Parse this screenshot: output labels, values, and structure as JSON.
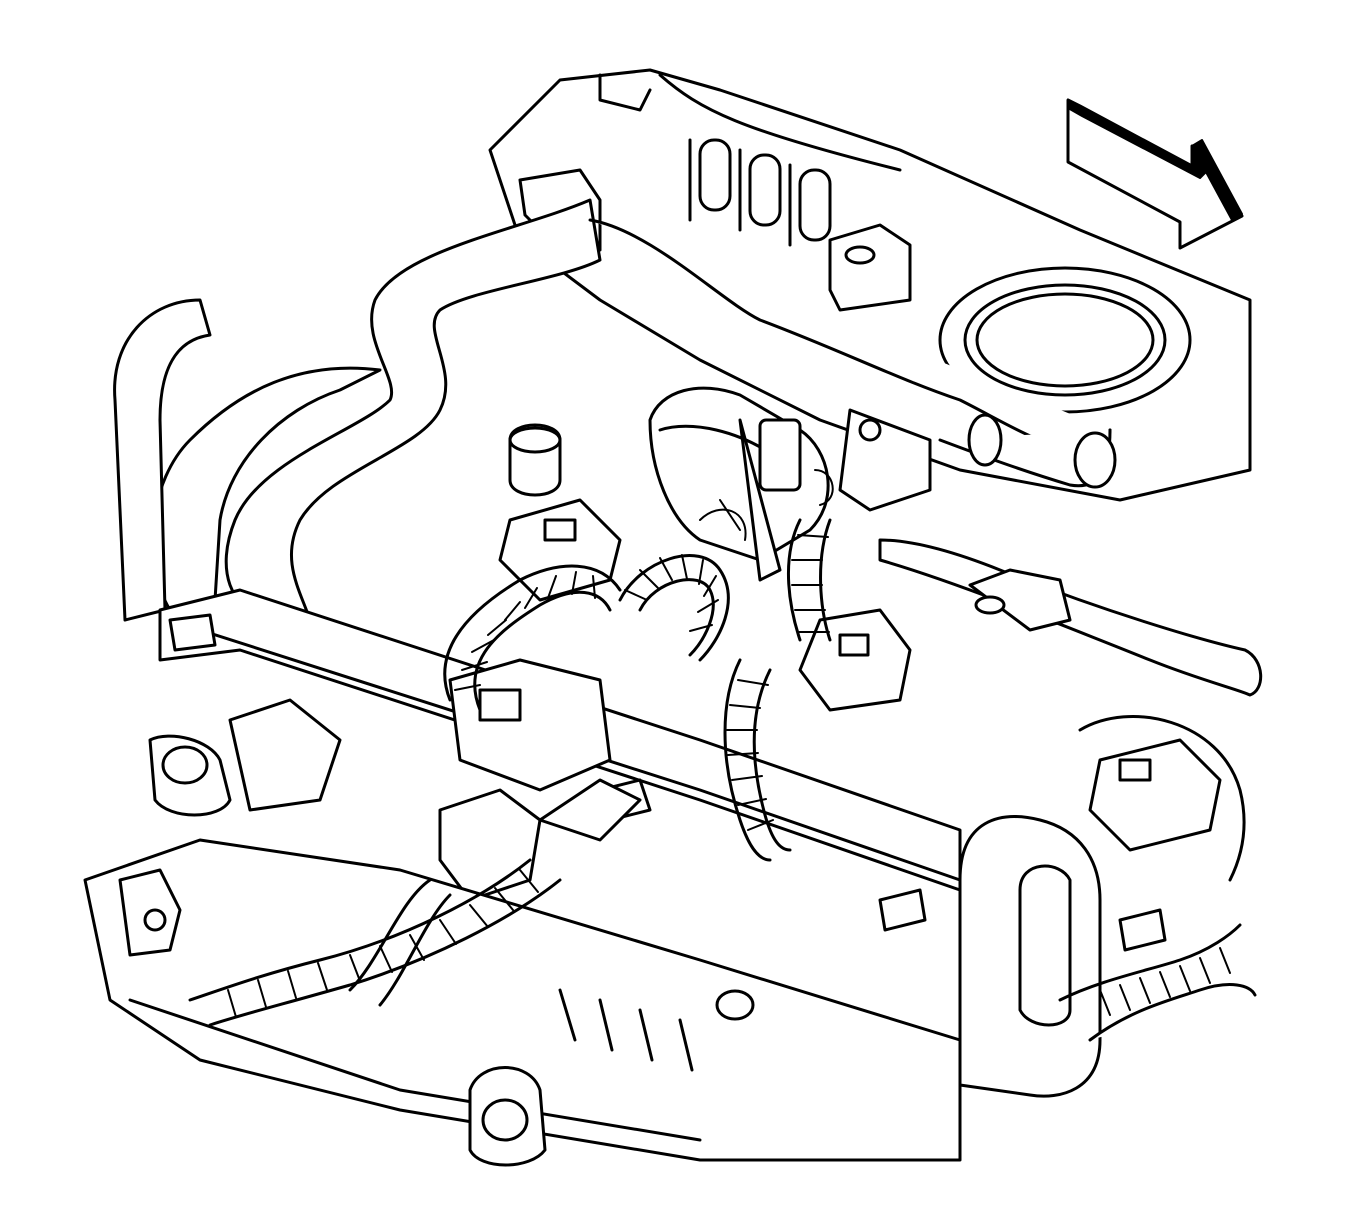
{
  "figure": {
    "kind": "line-art engine component illustration",
    "palette": {
      "background": "#ffffff",
      "line": "#000000"
    },
    "parts": [
      "coolant-hose",
      "intake-port",
      "fuel-rail",
      "fuel-injector",
      "injector-connector",
      "wiring-harness",
      "sensor",
      "lifting-bracket",
      "direction-arrow"
    ]
  }
}
